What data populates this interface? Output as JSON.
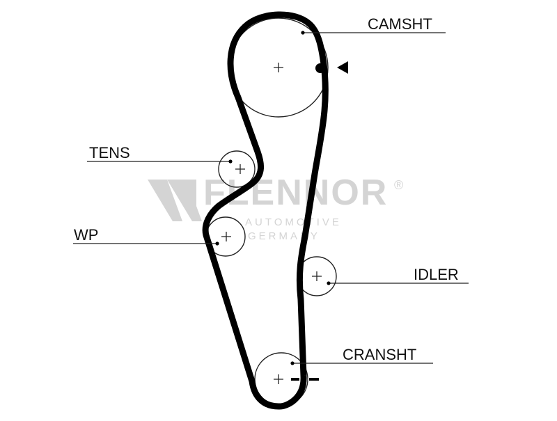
{
  "labels": {
    "camshaft": "CAMSHT",
    "tensioner": "TENS",
    "water_pump": "WP",
    "idler": "IDLER",
    "crankshaft": "CRANSHT"
  },
  "watermark": {
    "brand": "FLENNOR",
    "registered": "®",
    "line1": "AUTOMOTIVE",
    "line2": "GERMANY"
  },
  "colors": {
    "belt": "#000000",
    "pulley_outline": "#222222",
    "watermark": "#d4d4d4"
  }
}
